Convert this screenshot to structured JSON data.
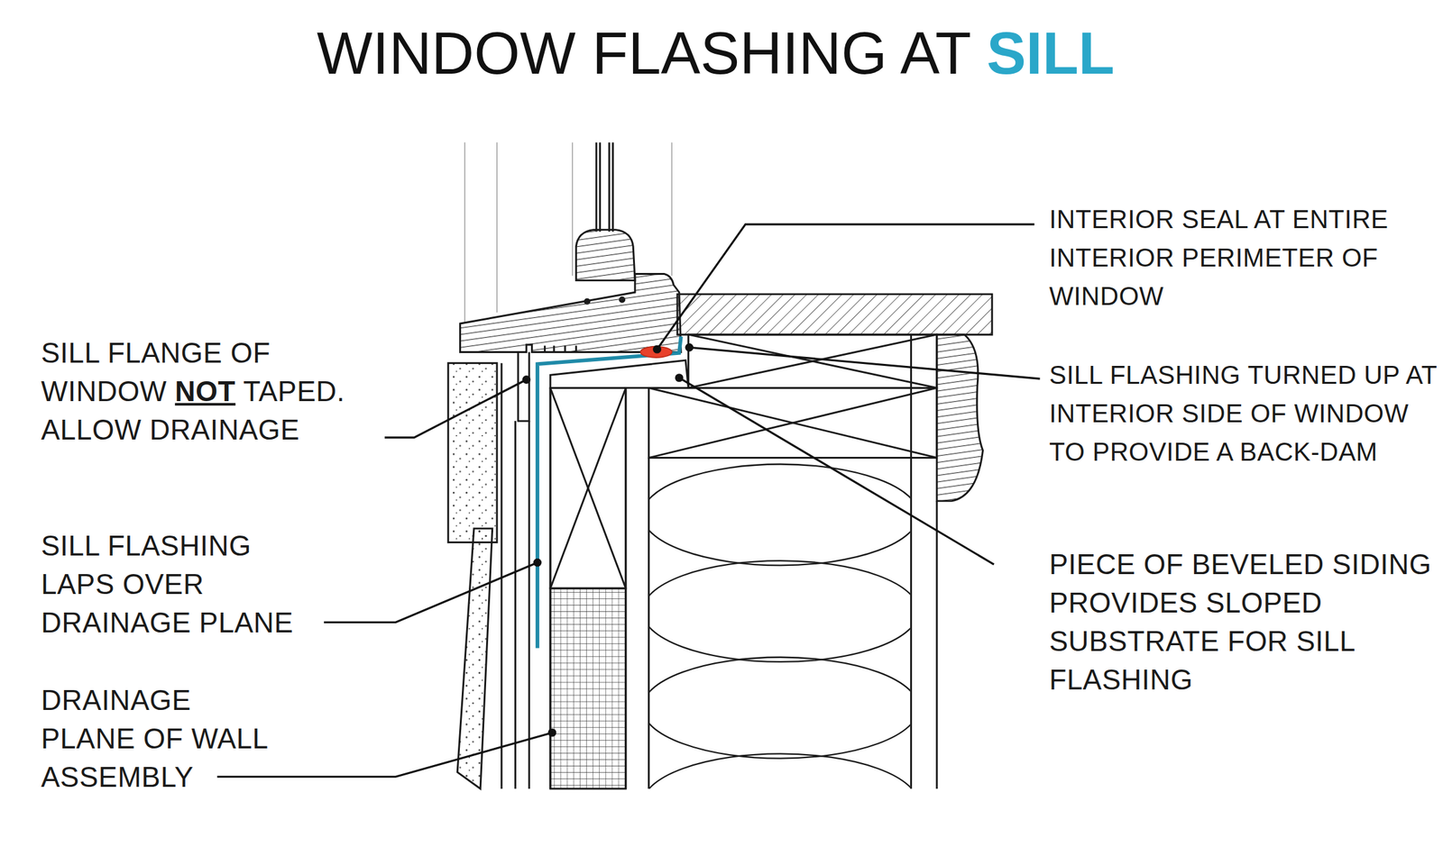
{
  "diagram": {
    "title": "WINDOW FLASHING AT SILL",
    "labels": [
      "INTERIOR SEAL AT ENTIRE INTERIOR PERIMETER OF WINDOW",
      "SILL FLASHING TURNED UP AT INTERIOR SIDE OF WINDOW TO PROVIDE A BACK-DAM",
      "PIECE OF BEVELED SIDING PROVIDES SLOPED SUBSTRATE FOR SILL FLASHING",
      "SILL FLANGE OF WINDOW NOT TAPED. ALLOW DRAINAGE",
      "SILL FLASHING LAPS OVER DRAINAGE PLANE",
      "DRAINAGE PLANE OF WALL ASSEMBLY"
    ]
  }
}
